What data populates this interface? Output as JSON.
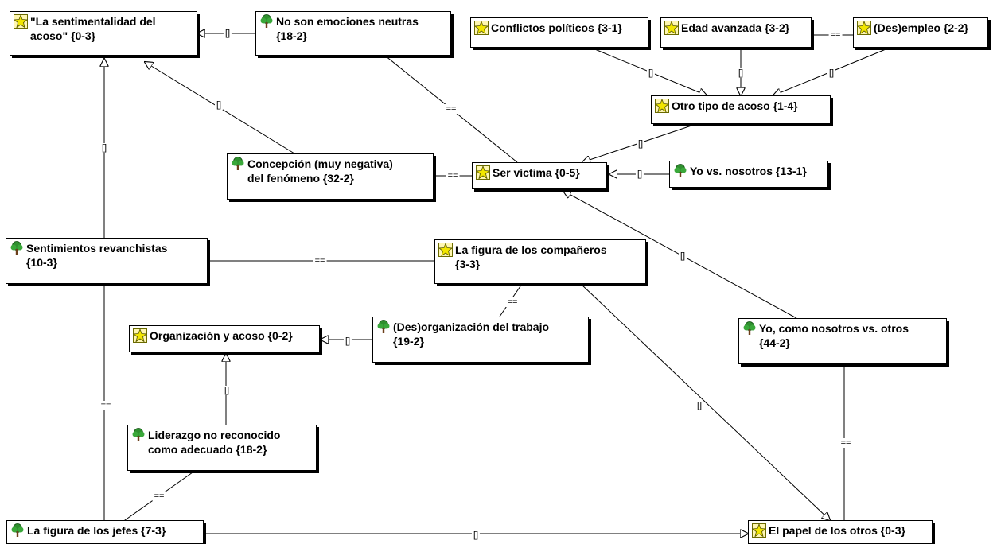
{
  "nodes": {
    "sentimentalidad": {
      "label": "\"La sentimentalidad del\nacoso\" {0-3}",
      "icon": "star-icon"
    },
    "no_son": {
      "label": "No son emociones neutras\n{18-2}",
      "icon": "tree-icon"
    },
    "conflictos": {
      "label": "Conflictos políticos {3-1}",
      "icon": "star-icon"
    },
    "edad": {
      "label": "Edad avanzada {3-2}",
      "icon": "star-icon"
    },
    "desempleo": {
      "label": "(Des)empleo {2-2}",
      "icon": "star-icon"
    },
    "otro_tipo": {
      "label": "Otro tipo de acoso {1-4}",
      "icon": "star-icon"
    },
    "concepcion": {
      "label": "Concepción (muy negativa)\ndel fenómeno {32-2}",
      "icon": "tree-icon"
    },
    "ser_victima": {
      "label": "Ser víctima {0-5}",
      "icon": "star-icon"
    },
    "yo_vs": {
      "label": "Yo vs. nosotros {13-1}",
      "icon": "tree-icon"
    },
    "sentimientos": {
      "label": "Sentimientos revanchistas\n{10-3}",
      "icon": "tree-icon"
    },
    "figura_companeros": {
      "label": "La figura de los compañeros\n{3-3}",
      "icon": "star-icon"
    },
    "organizacion": {
      "label": "Organización y acoso {0-2}",
      "icon": "star-icon"
    },
    "desorganizacion": {
      "label": "(Des)organización del trabajo\n{19-2}",
      "icon": "tree-icon"
    },
    "yo_como": {
      "label": "Yo, como nosotros vs. otros\n{44-2}",
      "icon": "tree-icon"
    },
    "liderazgo": {
      "label": "Liderazgo no reconocido\ncomo adecuado {18-2}",
      "icon": "tree-icon"
    },
    "figura_jefes": {
      "label": "La figura de los jefes {7-3}",
      "icon": "tree-icon"
    },
    "papel_otros": {
      "label": "El papel de los otros {0-3}",
      "icon": "star-icon"
    }
  },
  "edges": [
    {
      "from": "no_son",
      "to": "sentimentalidad",
      "label": "[]"
    },
    {
      "from": "concepcion",
      "to": "sentimentalidad",
      "label": "[]"
    },
    {
      "from": "sentimientos",
      "to": "sentimentalidad",
      "label": "[]"
    },
    {
      "from": "no_son",
      "to": "ser_victima",
      "label": "=="
    },
    {
      "from": "conflictos",
      "to": "otro_tipo",
      "label": "[]"
    },
    {
      "from": "edad",
      "to": "otro_tipo",
      "label": "[]"
    },
    {
      "from": "desempleo",
      "to": "otro_tipo",
      "label": "[]"
    },
    {
      "from": "edad",
      "to": "desempleo",
      "label": "=="
    },
    {
      "from": "otro_tipo",
      "to": "ser_victima",
      "label": "[]"
    },
    {
      "from": "concepcion",
      "to": "ser_victima",
      "label": "=="
    },
    {
      "from": "yo_vs",
      "to": "ser_victima",
      "label": "[]"
    },
    {
      "from": "yo_como",
      "to": "ser_victima",
      "label": "[]"
    },
    {
      "from": "sentimientos",
      "to": "figura_companeros",
      "label": "=="
    },
    {
      "from": "figura_companeros",
      "to": "desorganizacion",
      "label": "=="
    },
    {
      "from": "figura_companeros",
      "to": "papel_otros",
      "label": "[]"
    },
    {
      "from": "desorganizacion",
      "to": "organizacion",
      "label": "[]"
    },
    {
      "from": "liderazgo",
      "to": "organizacion",
      "label": "[]"
    },
    {
      "from": "liderazgo",
      "to": "figura_jefes",
      "label": "=="
    },
    {
      "from": "sentimientos",
      "to": "figura_jefes",
      "label": "=="
    },
    {
      "from": "figura_jefes",
      "to": "papel_otros",
      "label": "[]"
    },
    {
      "from": "yo_como",
      "to": "papel_otros",
      "label": "=="
    }
  ]
}
